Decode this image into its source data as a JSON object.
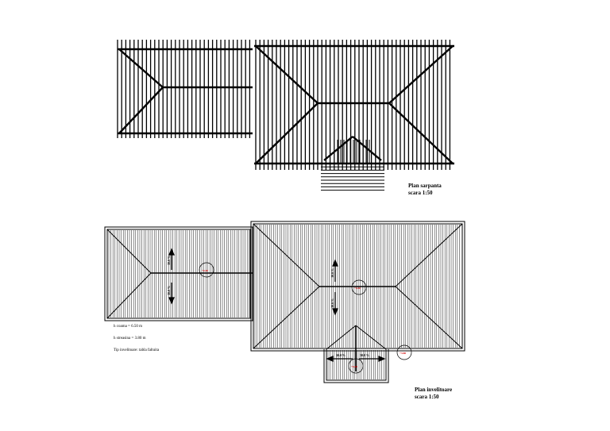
{
  "plan_sarpanta": {
    "title": "Plan sarpanta",
    "scale": "scara 1:50"
  },
  "plan_invelitoare": {
    "title": "Plan invelitoare",
    "scale": "scara 1:50"
  },
  "notes": {
    "h_coama": "h coama = 6.50 m",
    "h_streasina": "h streasina = 3.80 m",
    "tip_invelitoare": "Tip invelitoare: tabla faltuita"
  },
  "slopes": {
    "left_upper": "30.0 %",
    "left_lower": "30.0 %",
    "main_upper": "30.0 %",
    "main_lower": "30.0 %",
    "porch_left": "30.0 %",
    "porch_right": "30.0 %"
  },
  "heights": {
    "left_ridge": "+6.50",
    "main_ridge": "+6.50",
    "porch_ridge": "+6.00",
    "corner": "+3.80"
  },
  "colors": {
    "line": "#000000",
    "height_mark": "#d00000"
  }
}
